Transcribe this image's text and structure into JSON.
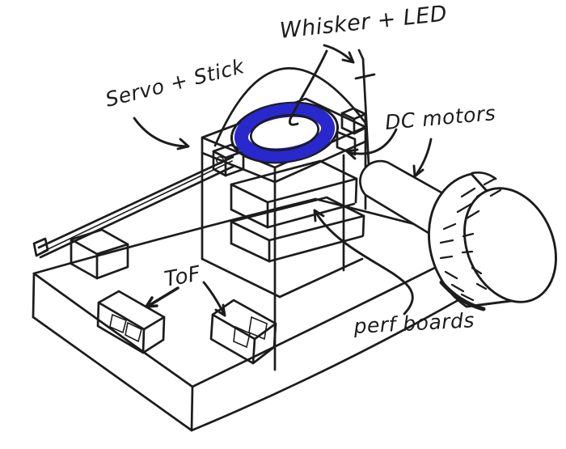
{
  "sketch": {
    "description_labels": {
      "whisker_led": "Whisker + LED",
      "servo_stick": "Servo + Stick",
      "dc_motors": "DC motors",
      "tof": "ToF",
      "perfboards": "perf boards"
    },
    "colors": {
      "background": "#ffffff",
      "ink": "#1c1c1c",
      "led_blue": "#2828cd"
    }
  }
}
